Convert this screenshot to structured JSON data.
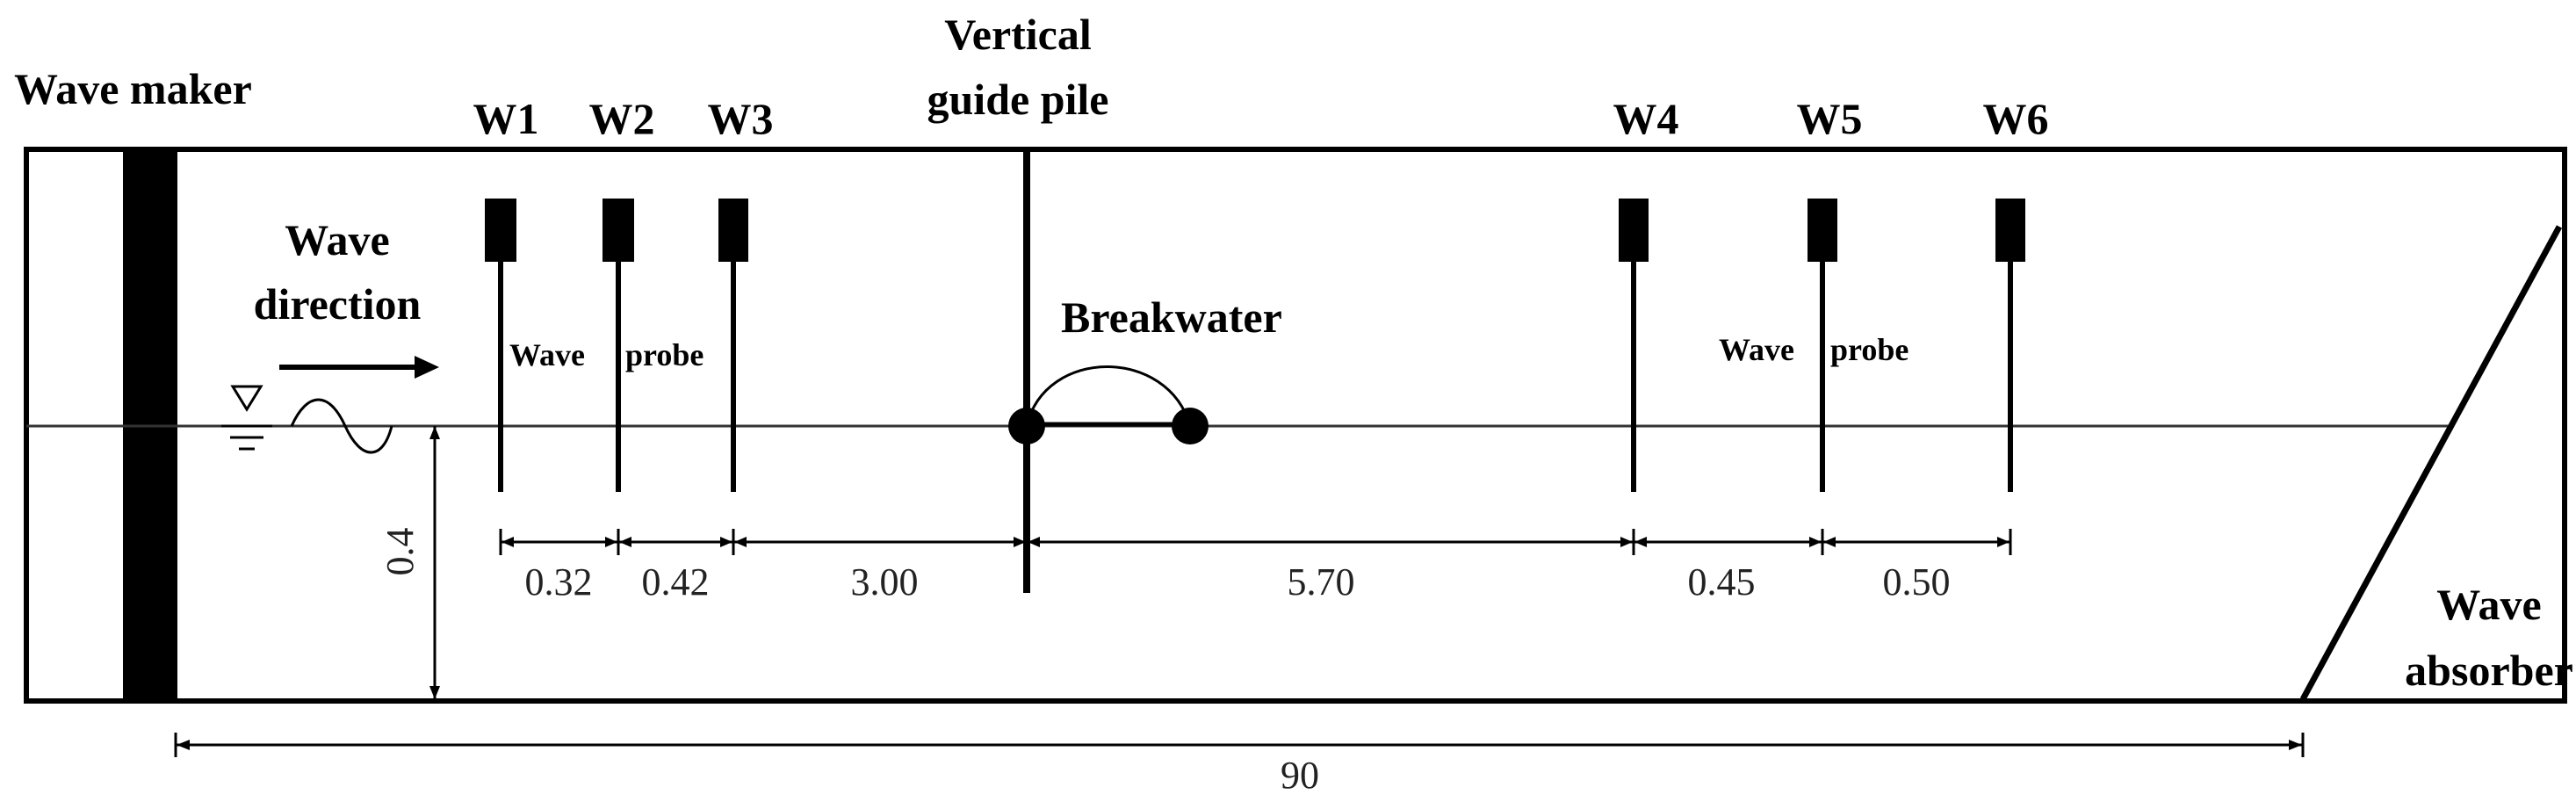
{
  "labels": {
    "wave_maker": "Wave maker",
    "vertical_guide_pile_line1": "Vertical",
    "vertical_guide_pile_line2": "guide pile",
    "wave_direction_line1": "Wave",
    "wave_direction_line2": "direction",
    "breakwater": "Breakwater",
    "wave_probe_left_word1": "Wave",
    "wave_probe_left_word2": "probe",
    "wave_probe_right_word1": "Wave",
    "wave_probe_right_word2": "probe",
    "wave_absorber_line1": "Wave",
    "wave_absorber_line2": "absorber"
  },
  "probes": [
    "W1",
    "W2",
    "W3",
    "W4",
    "W5",
    "W6"
  ],
  "dimensions": {
    "depth": "0.4",
    "spacings": [
      "0.32",
      "0.42",
      "3.00",
      "5.70",
      "0.45",
      "0.50"
    ],
    "total_length": "90"
  }
}
